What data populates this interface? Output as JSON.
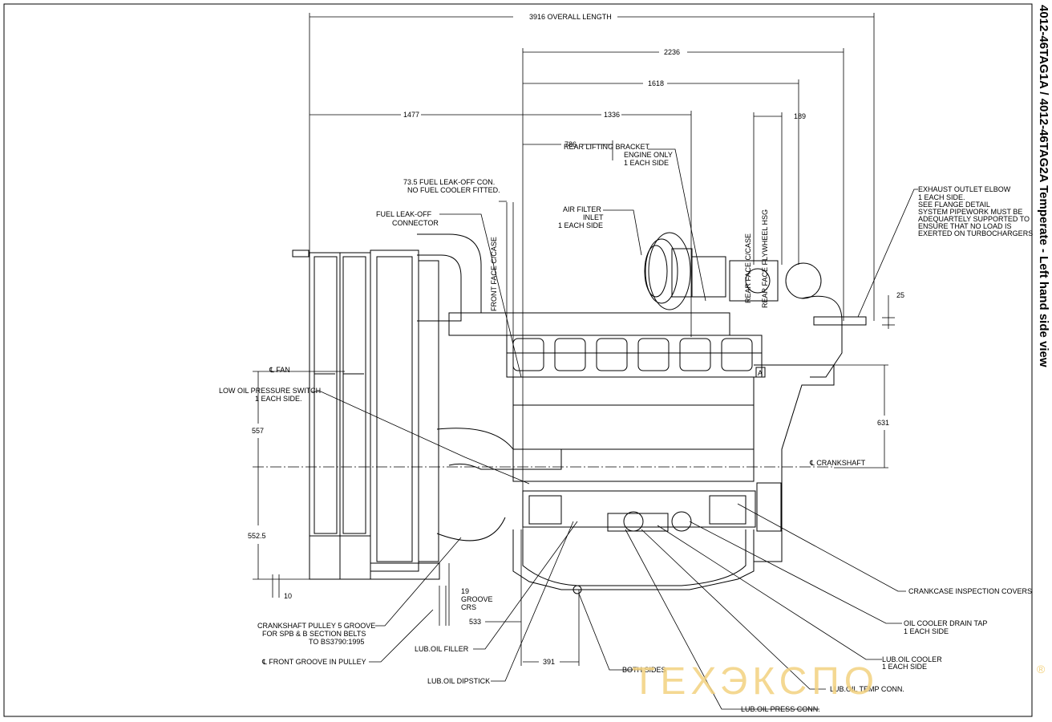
{
  "title": "4012-46TAG1A / 4012-46TAG2A Temperate - Left hand side view",
  "watermark": "ТЕХЭКСПО",
  "watermark_mark": "®",
  "dimensions": {
    "overall_length": "3916 OVERALL LENGTH",
    "d2236": "2236",
    "d1618": "1618",
    "d1477": "1477",
    "d1336": "1336",
    "d786": "786",
    "d189": "189",
    "d25": "25",
    "d631": "631",
    "d557": "557",
    "d552_5": "552.5",
    "d10": "10",
    "d533": "533",
    "d391": "391",
    "d19_l1": "19",
    "d19_l2": "GROOVE",
    "d19_l3": "CRS"
  },
  "labels": {
    "fuel_leakoff_con_l1": "73.5  FUEL LEAK-OFF CON.",
    "fuel_leakoff_con_l2": "NO FUEL COOLER FITTED.",
    "fuel_leakoff_connector_l1": "FUEL LEAK-OFF",
    "fuel_leakoff_connector_l2": "CONNECTOR",
    "rear_lifting_l1": "REAR LIFTING BRACKET",
    "rear_lifting_l2": "ENGINE ONLY",
    "rear_lifting_l3": "1 EACH SIDE",
    "air_filter_l1": "AIR FILTER",
    "air_filter_l2": "INLET",
    "air_filter_l3": "1 EACH SIDE",
    "front_face": "FRONT FACE C/CASE",
    "rear_face_case": "REAR FACE C/CASE",
    "rear_face_flywheel": "REAR FACE FLYWHEEL HSG",
    "exhaust_l1": "EXHAUST OUTLET ELBOW",
    "exhaust_l2": "1 EACH SIDE.",
    "exhaust_l3": "SEE FLANGE DETAIL",
    "exhaust_l4": "SYSTEM PIPEWORK MUST BE",
    "exhaust_l5": "ADEQUARTELY SUPPORTED TO",
    "exhaust_l6": "ENSURE THAT NO LOAD IS",
    "exhaust_l7": "EXERTED ON TURBOCHARGERS",
    "low_oil_l1": "LOW OIL PRESSURE SWITCH",
    "low_oil_l2": "1 EACH SIDE.",
    "fan": "℄ FAN",
    "crankshaft": "℄  CRANKSHAFT",
    "crankcase_covers": "CRANKCASE INSPECTION COVERS",
    "oil_cooler_drain_l1": "OIL COOLER DRAIN TAP",
    "oil_cooler_drain_l2": "1 EACH SIDE",
    "lub_oil_cooler_l1": "LUB.OIL COOLER",
    "lub_oil_cooler_l2": "1 EACH SIDE",
    "lub_oil_temp": "LUB.OIL TEMP CONN.",
    "lub_oil_press": "LUB.OIL PRESS CONN.",
    "both_sides": "BOTH SIDES",
    "lub_oil_filler": "LUB.OIL FILLER",
    "lub_oil_dipstick": "LUB.OIL DIPSTICK",
    "pulley_l1": "CRANKSHAFT PULLEY 5 GROOVE",
    "pulley_l2": "FOR SPB  & B SECTION BELTS",
    "pulley_l3": "TO BS3790:1995",
    "front_groove": "℄ FRONT GROOVE IN PULLEY",
    "marker_a": "A"
  }
}
